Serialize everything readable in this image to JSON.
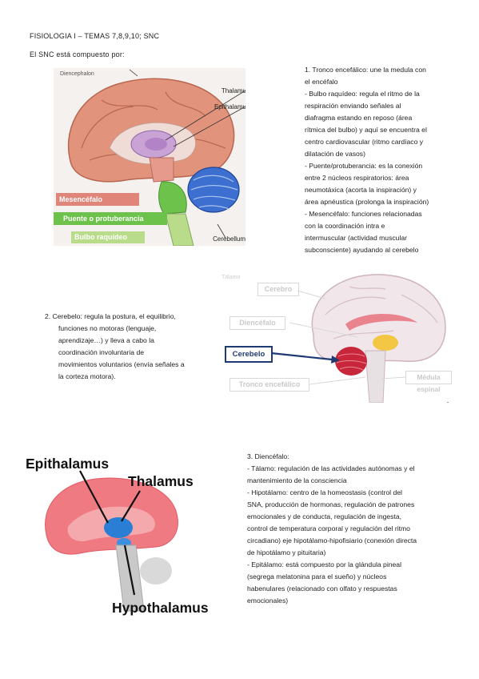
{
  "header": {
    "title": "FISIOLOGIA I – TEMAS 7,8,9,10; SNC",
    "intro": "El SNC está compuesto por:"
  },
  "section1": {
    "lines": [
      "1.  Tronco encefálico: une la medula con",
      "el encéfalo",
      "-    Bulbo raquídeo: regula el ritmo de la",
      "respiración enviando señales al",
      "diafragma estando en reposo (área",
      "rítmica del bulbo) y aquí se encuentra el",
      "centro cardiovascular (ritmo cardíaco y",
      "dilatación de vasos)",
      "-    Puente/protuberancia: es la conexión",
      "entre 2 núcleos respiratorios: área",
      "neumotáxica (acorta la inspiración) y",
      "área apnéustica (prolonga la inspiración)",
      "-    Mesencéfalo: funciones relacionadas",
      "con la coordinación intra e",
      "intermuscular (actividad muscular",
      "subconsciente) ayudando al cerebelo"
    ],
    "figure": {
      "top_label": "Diencephalon",
      "thalamus": "Thalamus",
      "epithalamus": "Epithalamus",
      "mesencefalo": "Mesencéfalo",
      "puente": "Puente o protuberancia",
      "bulbo": "Bulbo raquídeo",
      "cerebellum": "Cerebellum"
    }
  },
  "section2": {
    "lines": [
      "2.   Cerebelo: regula la postura, el equilibrio,",
      "funciones no motoras (lenguaje,",
      "aprendizaje…) y lleva a cabo la",
      "coordinación involuntaria de",
      "movimientos voluntarios (envía señales a",
      "la corteza motora)."
    ],
    "figure": {
      "talamo": "Tálamo",
      "cerebro": "Cerebro",
      "diencefalo": "Diencéfalo",
      "cerebelo": "Cerebelo",
      "tronco": "Tronco encefálico",
      "medula": "Médula espinal"
    }
  },
  "section3": {
    "lines": [
      "3.  Diencéfalo:",
      "-    Tálamo: regulación de las actividades autónomas y el",
      "mantenimiento de la consciencia",
      "-    Hipotálamo: centro de la homeostasis (control del",
      "SNA, producción de hormonas, regulación de patrones",
      "emocionales y de conducta, regulación de ingesta,",
      "control de temperatura corporal y regulación del ritmo",
      "circadiano) eje hipotálamo-hipofisiario (conexión directa",
      "de hipotálamo y pituitaria)",
      "-    Epitálamo: está compuesto por la glándula pineal",
      "(segrega melatonina para el sueño) y núcleos",
      "habenulares (relacionado con olfato y respuestas",
      "emocionales)"
    ],
    "figure": {
      "epithalamus": "Epithalamus",
      "thalamus": "Thalamus",
      "hypothalamus": "Hypothalamus"
    }
  },
  "colors": {
    "mesencefalo_bg": "#e0857a",
    "puente_bg": "#6cc24a",
    "bulbo_bg": "#b9dc8a",
    "cerebelo_box": "#1f3b73",
    "diencephalon_blue": "#2a7fd4"
  }
}
